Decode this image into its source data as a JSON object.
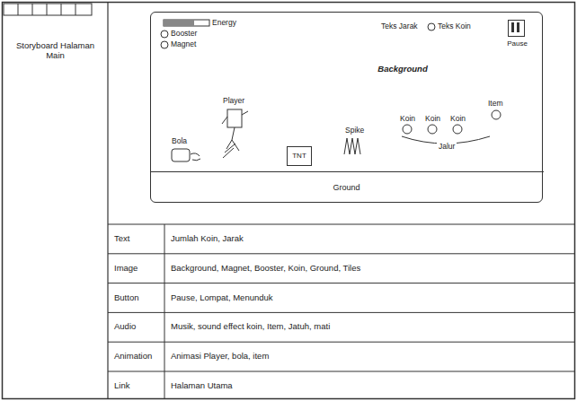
{
  "diagram": {
    "nodes": [
      {
        "text": [
          "Storyboard Halaman Main"
        ]
      },
      {
        "text": [
          "Background"
        ]
      },
      {
        "text": [
          "Pause"
        ],
        "in": 1
      },
      {
        "text": [
          "TNT"
        ],
        "in": 1
      },
      {
        "text": [
          "Ground"
        ],
        "in": 1
      }
    ],
    "labels": [
      "Energy",
      "Booster",
      "Magnet",
      "Teks Jarak",
      "Teks Koin",
      "Player",
      "Bola",
      "Spike",
      "Koin",
      "Koin",
      "Koin",
      "Jalur",
      "Item",
      "Text",
      "Jumlah Koin, Jarak",
      "Image",
      "Background, Magnet, Booster, Koin, Ground, Tiles",
      "Button",
      "Pause, Lompat, Menunduk",
      "Audio",
      "Musik, sound effect koin, Item, Jatuh, mati",
      "Animation",
      "Animasi Player, bola, item",
      "Link",
      "Halaman Utama"
    ]
  }
}
